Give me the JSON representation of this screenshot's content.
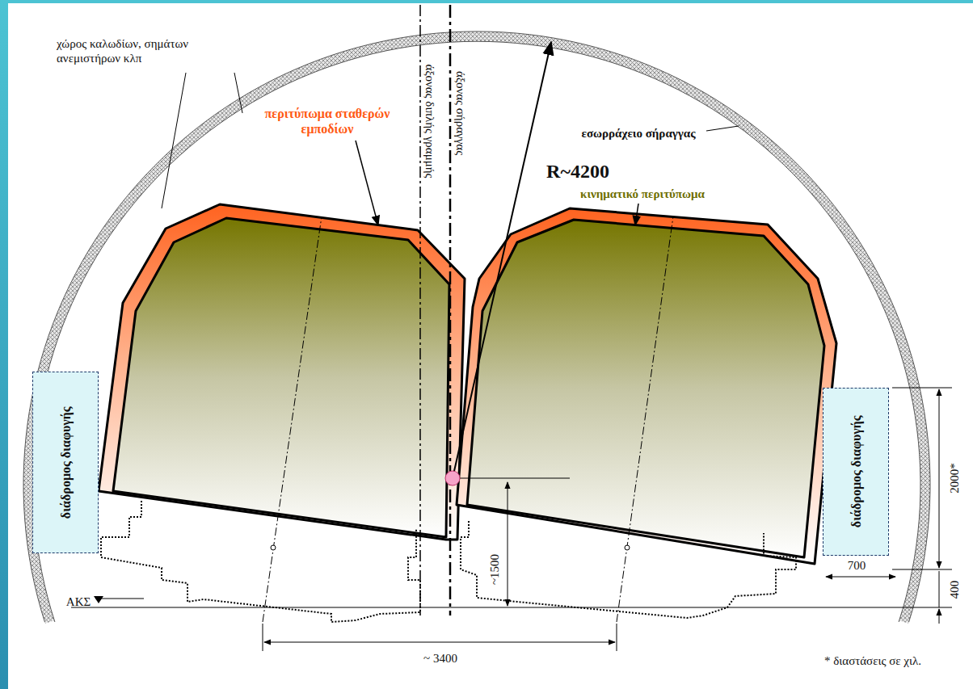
{
  "diagram": {
    "nodes": [
      {
        "text": [
          "διάδρομος διαφυγής"
        ]
      },
      {
        "text": [
          "διάδρομος διαφυγής"
        ]
      }
    ],
    "edges": [],
    "labels": [
      "χώρος καλωδίων, σημάτων ανεμιστήρων κλπ",
      "άξονας διπλής γραμμής",
      "άξονας σήραγγας",
      "εσωρράχειο σήραγγας",
      "R~4200",
      "περιτύπωμα σταθερών εμποδίων",
      "κινηματικό περιτύπωμα",
      "~1500",
      "2000*",
      "700",
      "400",
      "ΑΚΣ",
      "~ 3400",
      "* διαστάσεις σε χιλ."
    ]
  }
}
